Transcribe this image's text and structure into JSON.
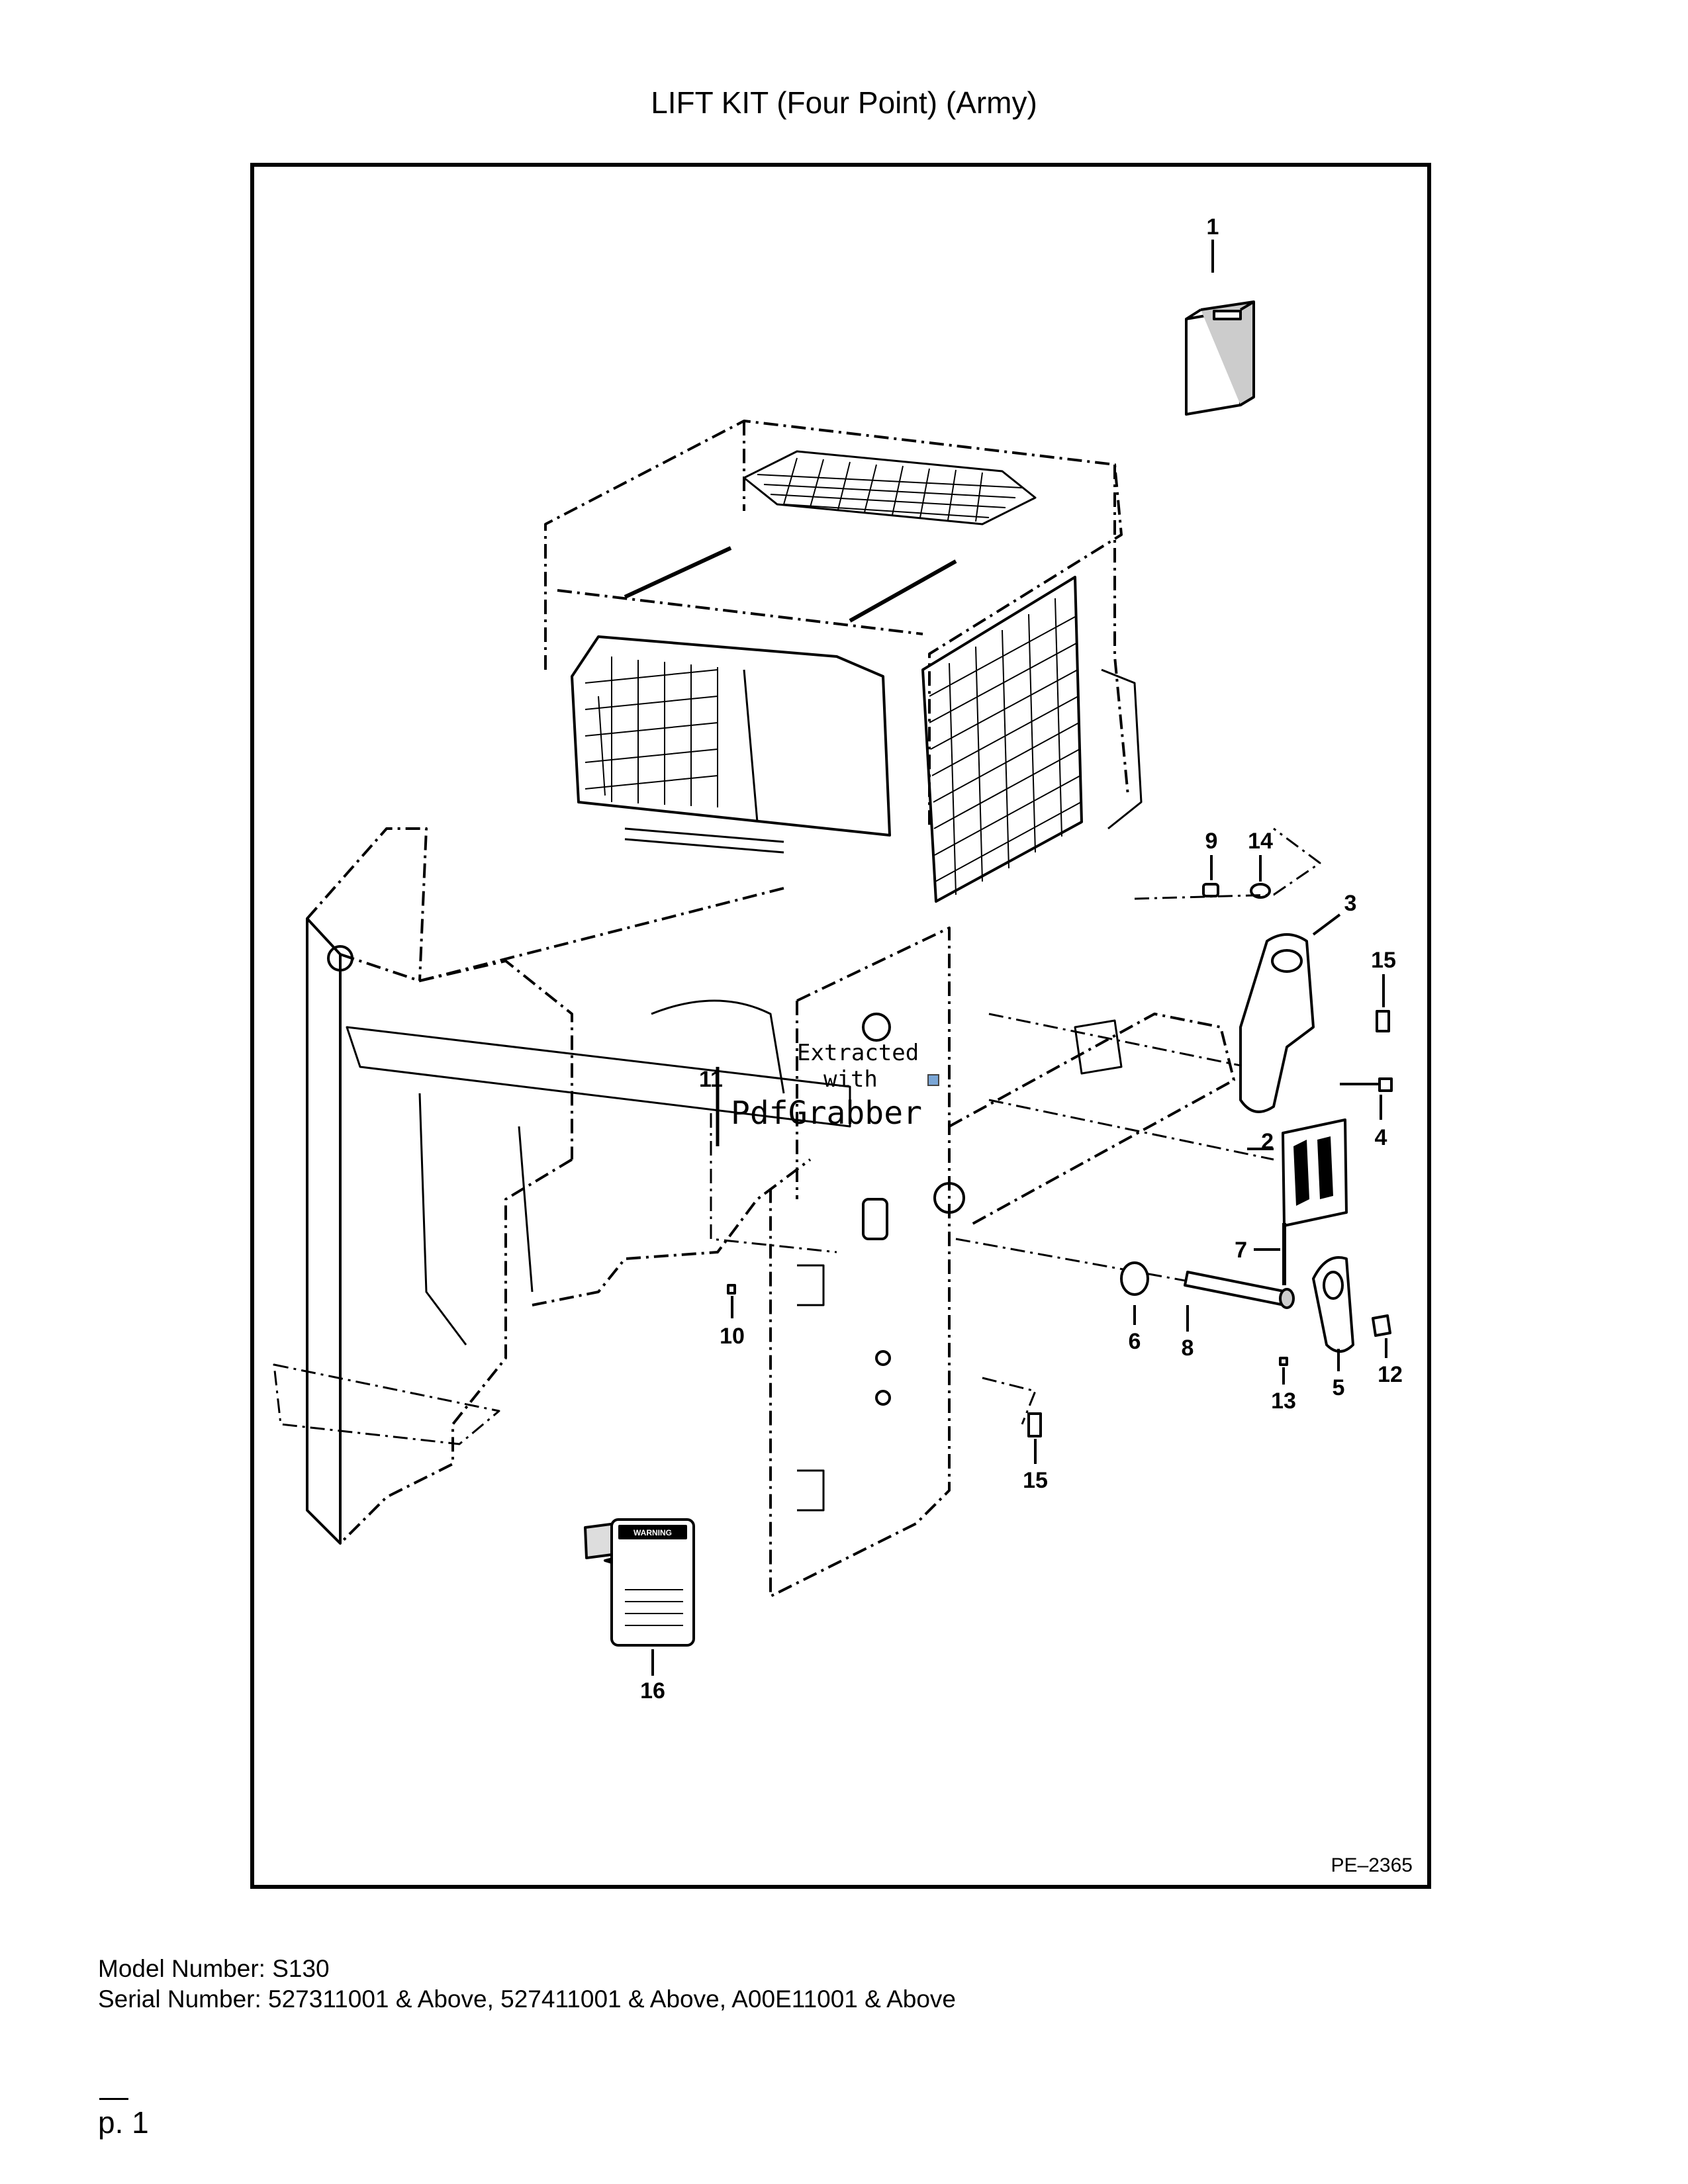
{
  "title": "LIFT KIT (Four Point) (Army)",
  "drawing_code": "PE–2365",
  "callouts": [
    "1",
    "2",
    "3",
    "4",
    "5",
    "6",
    "7",
    "8",
    "9",
    "10",
    "11",
    "12",
    "13",
    "14",
    "15",
    "15",
    "16"
  ],
  "decal_text": {
    "warning": "WARNING"
  },
  "watermark": {
    "line1": "Extracted",
    "line2": "with",
    "line3": "PdfGrabber"
  },
  "model_line": "Model Number: S130",
  "serial_line": "Serial Number: 527311001 & Above, 527411001 & Above, A00E11001 & Above",
  "page_label": "p. 1"
}
